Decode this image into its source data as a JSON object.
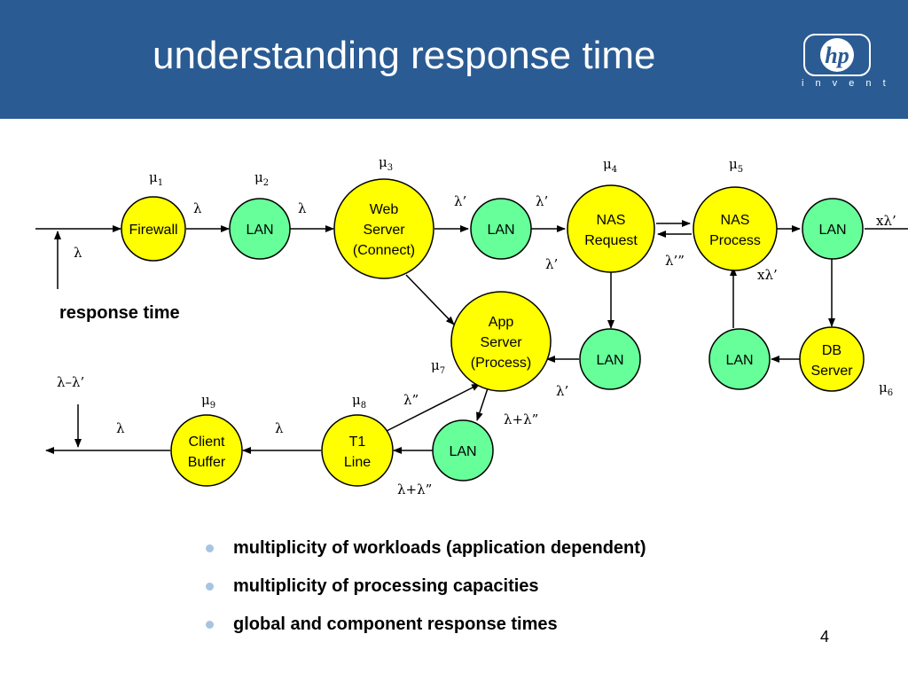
{
  "slide": {
    "title": "understanding response time",
    "logo_text": "i n v e n t",
    "response_time_label": "response time",
    "page_number": "4"
  },
  "bullets": [
    "multiplicity of workloads (application dependent)",
    "multiplicity of processing capacities",
    "global and component response times"
  ],
  "nodes": {
    "firewall": {
      "label": "Firewall"
    },
    "lan1": {
      "label": "LAN"
    },
    "web_server": {
      "line1": "Web",
      "line2": "Server",
      "line3": "(Connect)"
    },
    "lan2": {
      "label": "LAN"
    },
    "nas_request": {
      "line1": "NAS",
      "line2": "Request"
    },
    "nas_process": {
      "line1": "NAS",
      "line2": "Process"
    },
    "lan3": {
      "label": "LAN"
    },
    "app_server": {
      "line1": "App",
      "line2": "Server",
      "line3": "(Process)"
    },
    "lan4": {
      "label": "LAN"
    },
    "lan5": {
      "label": "LAN"
    },
    "db_server": {
      "line1": "DB",
      "line2": "Server"
    },
    "client_buffer": {
      "line1": "Client",
      "line2": "Buffer"
    },
    "t1_line": {
      "line1": "T1",
      "line2": "Line"
    },
    "lan6": {
      "label": "LAN"
    }
  },
  "rates": {
    "mu": "μ",
    "mu1": "1",
    "mu2": "2",
    "mu3": "3",
    "mu4": "4",
    "mu5": "5",
    "mu6": "6",
    "mu7": "7",
    "mu8": "8",
    "mu9": "9",
    "lambda": "λ",
    "lambda_prime": "λ’",
    "lambda_triple": "λ’”",
    "x_lambda_prime": "xλ’",
    "lambda_double": "λ”",
    "lambda_plus": "λ+λ”",
    "lambda_minus": "λ–λ’"
  },
  "colors": {
    "header": "#2a5b93",
    "yellow_node": "#ffff00",
    "green_node": "#66ff99",
    "bullet": "#a8c4e0"
  }
}
